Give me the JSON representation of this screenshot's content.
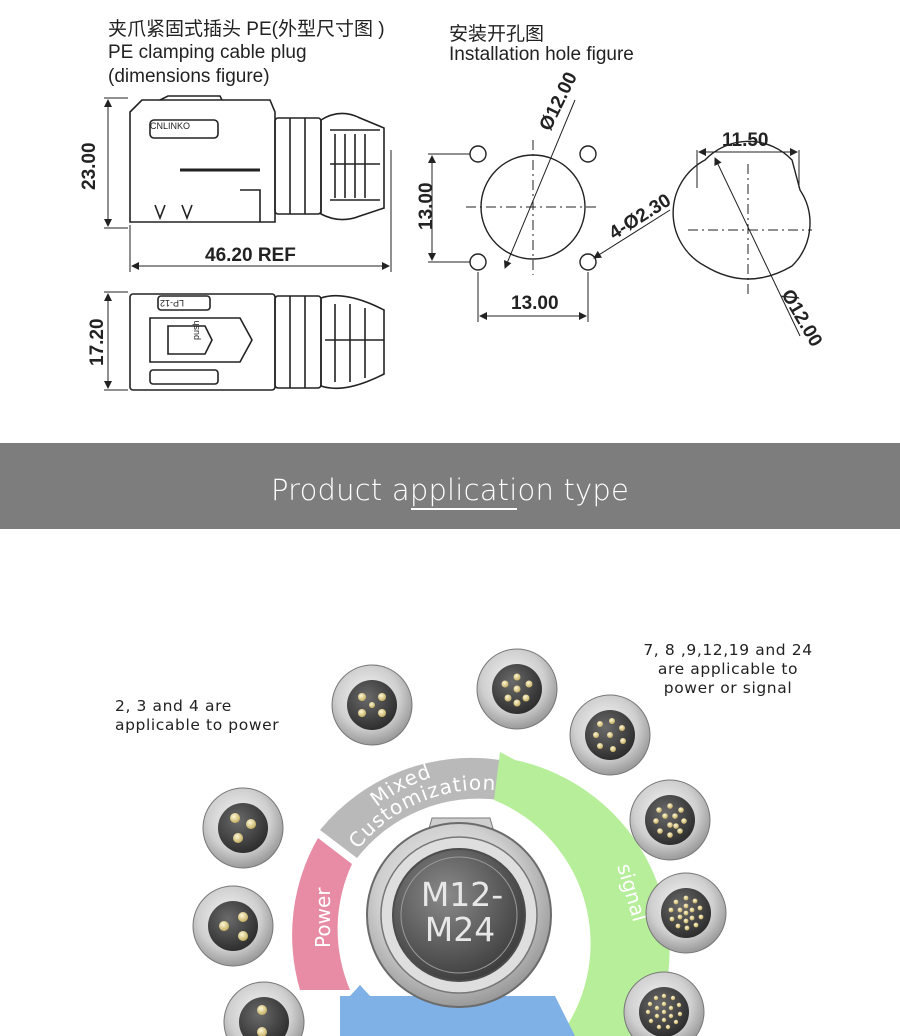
{
  "plug_drawing": {
    "title_cn": "夹爪紧固式插头 PE(外型尺寸图 )",
    "title_en_line1": "PE clamping cable plug",
    "title_en_line2": "(dimensions figure)",
    "dim_height": "23.00",
    "dim_length": "46.20 REF",
    "dim_width": "17.20",
    "brand_mark": "CNLINKO",
    "latch_label": "LP-12",
    "push_label": "push"
  },
  "hole_drawing": {
    "title_cn": "安装开孔图",
    "title_en": "Installation hole figure",
    "dim_diameter": "Ø12.00",
    "dim_vertical": "13.00",
    "dim_horizontal": "13.00",
    "dim_holes": "4-Ø2.30",
    "dim_flat": "11.50",
    "dim_diameter_2": "Ø12.00"
  },
  "banner": {
    "title": "Product application type",
    "underline_color": "#ffffff"
  },
  "application_diagram": {
    "note_left_line1": "2, 3 and 4 are",
    "note_left_line2": "applicable to power",
    "note_right_line1": "7, 8 ,9,12,19 and 24",
    "note_right_line2": "are applicable to",
    "note_right_line3": "power or signal",
    "arc_mixed_1": "Mixed",
    "arc_mixed_2": "Customization",
    "arc_signal": "signal",
    "arc_power": "Power",
    "center_line1": "M12-",
    "center_line2": "M24",
    "colors": {
      "mixed": "#b9b9b9",
      "signal": "#b6ee9a",
      "power": "#e88ca6",
      "bottom": "#7fb0e6"
    }
  }
}
